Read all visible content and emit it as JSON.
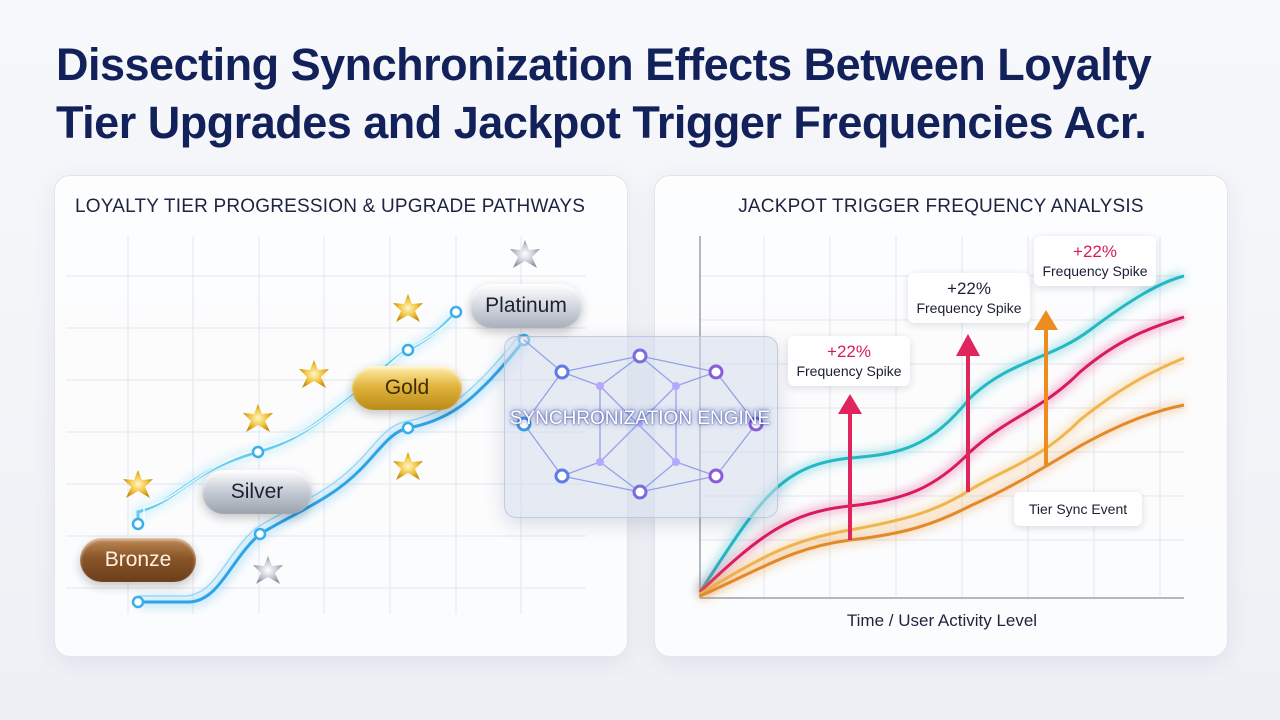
{
  "title": {
    "line1": "Dissecting Synchronization Effects Between Loyalty",
    "line2": "Tier Upgrades and Jackpot Trigger Frequencies Acr."
  },
  "left_panel": {
    "title": "LOYALTY TIER PROGRESSION & UPGRADE PATHWAYS",
    "tiers": [
      {
        "name": "Bronze",
        "color": "#8a5528"
      },
      {
        "name": "Silver",
        "color": "#b8bec8"
      },
      {
        "name": "Gold",
        "color": "#d9a82b"
      },
      {
        "name": "Platinum",
        "color": "#cfd3db"
      }
    ],
    "icons": [
      "sparkle-star-icon"
    ]
  },
  "engine": {
    "label": "SYNCHRONIZATION ENGINE",
    "accent": "#6f7ee0"
  },
  "right_panel": {
    "title": "JACKPOT TRIGGER FREQUENCY ANALYSIS",
    "x_label": "Time / User Activity Level",
    "callouts": [
      {
        "pct": "+22%",
        "label": "Frequency Spike"
      },
      {
        "pct": "+22%",
        "label": "Frequency Spike"
      },
      {
        "pct": "+22%",
        "label": "Frequency Spike"
      }
    ],
    "sync_event": "Tier Sync Event",
    "series_colors": [
      "#23b8c4",
      "#d81b60",
      "#f0b550",
      "#e3892a"
    ]
  }
}
